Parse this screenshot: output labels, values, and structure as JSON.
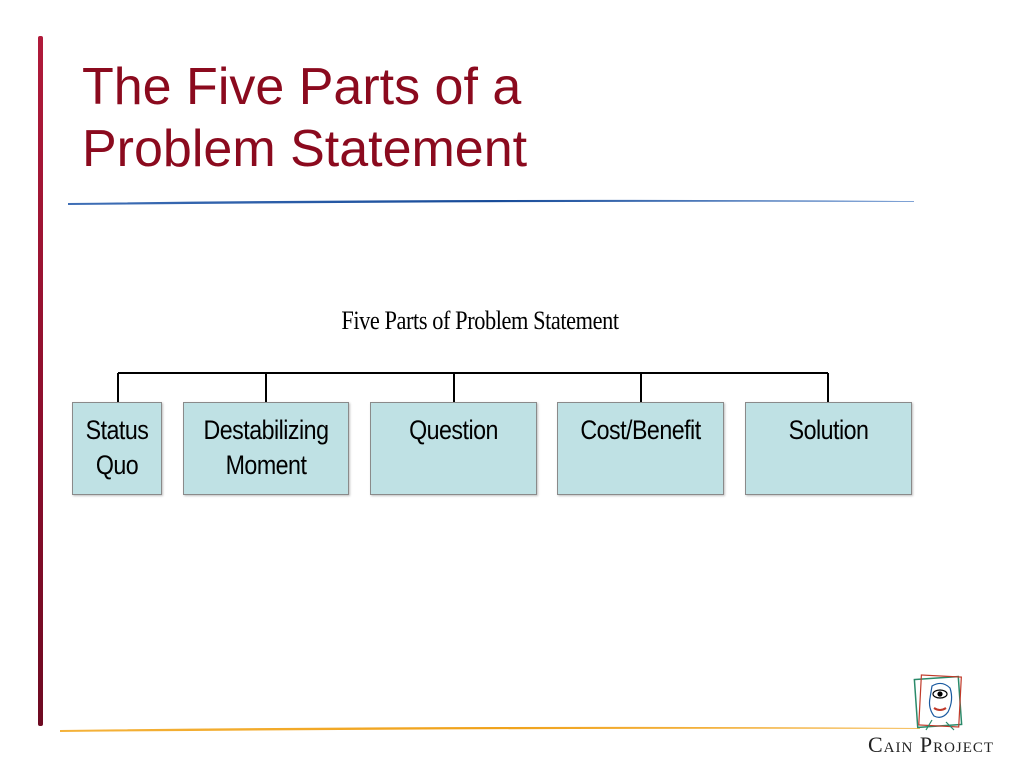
{
  "slide": {
    "title_line1": "The Five Parts of a",
    "title_line2": "Problem Statement"
  },
  "diagram": {
    "title": "Five Parts of Problem Statement",
    "boxes": [
      {
        "line1": "Status",
        "line2": "Quo"
      },
      {
        "line1": "Destabilizing",
        "line2": "Moment"
      },
      {
        "line1": "Question",
        "line2": ""
      },
      {
        "line1": "Cost/Benefit",
        "line2": ""
      },
      {
        "line1": "Solution",
        "line2": ""
      }
    ],
    "box_fill": "#bfe1e4"
  },
  "branding": {
    "logo_text": "Cain Project",
    "logo_icon": "face-portrait-icon",
    "accent_left": "#8b0a1e",
    "accent_top_rule": "#1b4f9c",
    "accent_bottom_rule": "#f2a31b"
  }
}
